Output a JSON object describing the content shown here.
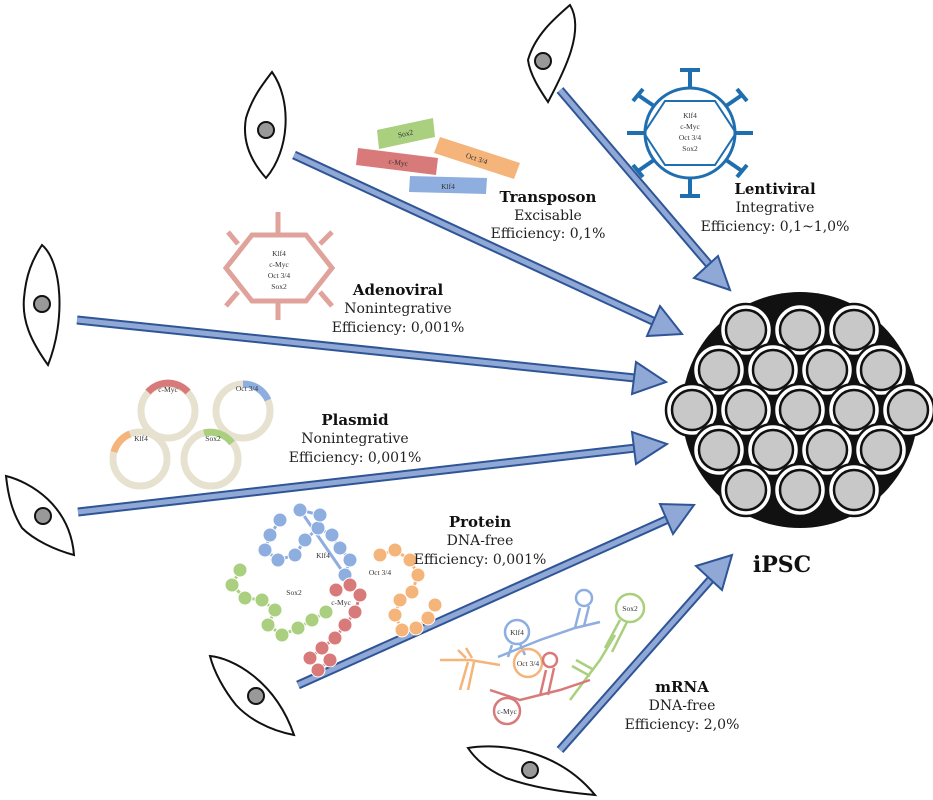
{
  "target": {
    "label": "iPSC"
  },
  "colors": {
    "arrow_fill": "#8fa8d6",
    "arrow_stroke": "#2f5597",
    "cell_fill": "#c8c8c8",
    "sox2": "#a9cf7f",
    "cmyc": "#d97a7a",
    "oct34": "#f4b47a",
    "klf4": "#8eaee0",
    "adeno": "#e0a39b",
    "lenti": "#1f6fb0",
    "plasmid_ring": "#e6e2cf"
  },
  "methods": [
    {
      "id": "transposon",
      "title": "Transposon",
      "type": "Excisable",
      "efficiency": "Efficiency: 0,1%"
    },
    {
      "id": "lentiviral",
      "title": "Lentiviral",
      "type": "Integrative",
      "efficiency": "Efficiency: 0,1~1,0%"
    },
    {
      "id": "adenoviral",
      "title": "Adenoviral",
      "type": "Nonintegrative",
      "efficiency": "Efficiency: 0,001%"
    },
    {
      "id": "plasmid",
      "title": "Plasmid",
      "type": "Nonintegrative",
      "efficiency": "Efficiency: 0,001%"
    },
    {
      "id": "protein",
      "title": "Protein",
      "type": "DNA-free",
      "efficiency": "Efficiency: 0,001%"
    },
    {
      "id": "mrna",
      "title": "mRNA",
      "type": "DNA-free",
      "efficiency": "Efficiency: 2,0%"
    }
  ],
  "factors": {
    "sox2": "Sox2",
    "cmyc": "c-Myc",
    "oct34": "Oct 3/4",
    "klf4": "Klf4"
  }
}
